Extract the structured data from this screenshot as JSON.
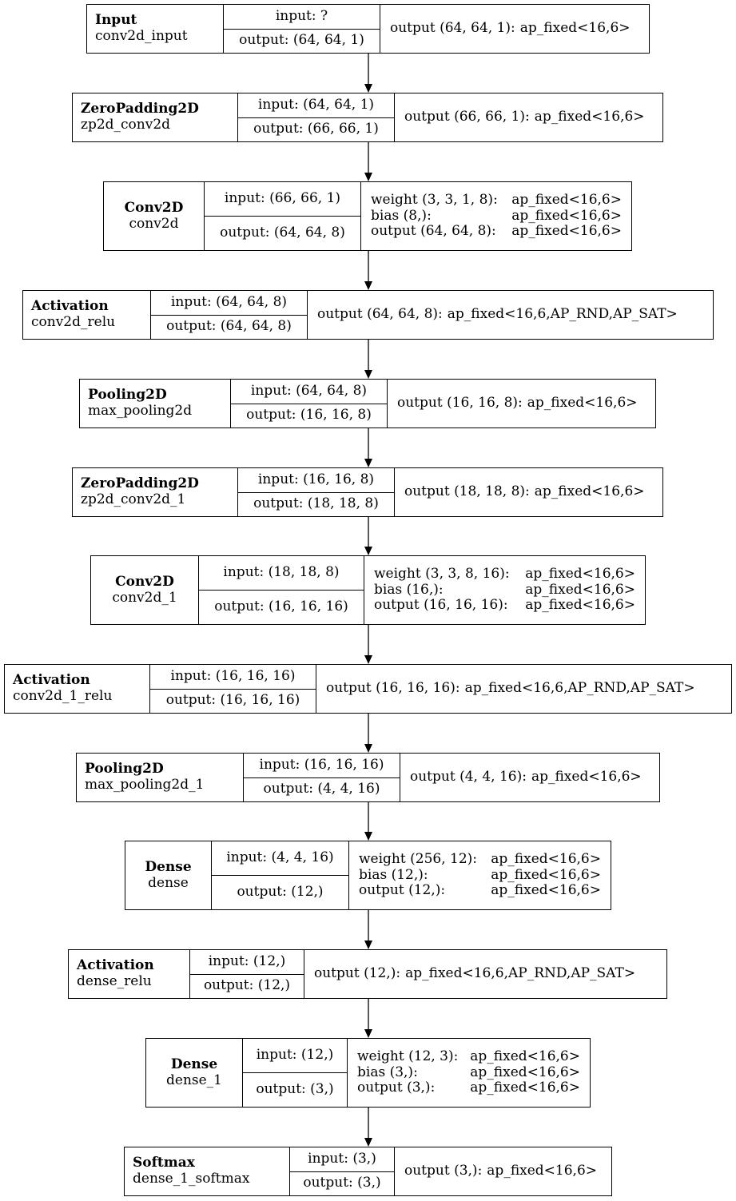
{
  "nodes": [
    {
      "type": "Input",
      "name": "conv2d_input",
      "input": "input: ?",
      "output": "output: (64, 64, 1)",
      "rows": [
        {
          "label": "output (64, 64, 1):",
          "value": "ap_fixed<16,6>"
        }
      ]
    },
    {
      "type": "ZeroPadding2D",
      "name": "zp2d_conv2d",
      "input": "input: (64, 64, 1)",
      "output": "output: (66, 66, 1)",
      "rows": [
        {
          "label": "output (66, 66, 1):",
          "value": "ap_fixed<16,6>"
        }
      ]
    },
    {
      "type": "Conv2D",
      "name": "conv2d",
      "input": "input: (66, 66, 1)",
      "output": "output: (64, 64, 8)",
      "rows": [
        {
          "label": "weight (3, 3, 1, 8):",
          "value": "ap_fixed<16,6>"
        },
        {
          "label": "bias (8,):",
          "value": "ap_fixed<16,6>"
        },
        {
          "label": "output (64, 64, 8):",
          "value": "ap_fixed<16,6>"
        }
      ]
    },
    {
      "type": "Activation",
      "name": "conv2d_relu",
      "input": "input: (64, 64, 8)",
      "output": "output: (64, 64, 8)",
      "rows": [
        {
          "label": "output (64, 64, 8):",
          "value": "ap_fixed<16,6,AP_RND,AP_SAT>"
        }
      ]
    },
    {
      "type": "Pooling2D",
      "name": "max_pooling2d",
      "input": "input: (64, 64, 8)",
      "output": "output: (16, 16, 8)",
      "rows": [
        {
          "label": "output (16, 16, 8):",
          "value": "ap_fixed<16,6>"
        }
      ]
    },
    {
      "type": "ZeroPadding2D",
      "name": "zp2d_conv2d_1",
      "input": "input: (16, 16, 8)",
      "output": "output: (18, 18, 8)",
      "rows": [
        {
          "label": "output (18, 18, 8):",
          "value": "ap_fixed<16,6>"
        }
      ]
    },
    {
      "type": "Conv2D",
      "name": "conv2d_1",
      "input": "input: (18, 18, 8)",
      "output": "output: (16, 16, 16)",
      "rows": [
        {
          "label": "weight (3, 3, 8, 16):",
          "value": "ap_fixed<16,6>"
        },
        {
          "label": "bias (16,):",
          "value": "ap_fixed<16,6>"
        },
        {
          "label": "output (16, 16, 16):",
          "value": "ap_fixed<16,6>"
        }
      ]
    },
    {
      "type": "Activation",
      "name": "conv2d_1_relu",
      "input": "input: (16, 16, 16)",
      "output": "output: (16, 16, 16)",
      "rows": [
        {
          "label": "output (16, 16, 16):",
          "value": "ap_fixed<16,6,AP_RND,AP_SAT>"
        }
      ]
    },
    {
      "type": "Pooling2D",
      "name": "max_pooling2d_1",
      "input": "input: (16, 16, 16)",
      "output": "output: (4, 4, 16)",
      "rows": [
        {
          "label": "output (4, 4, 16):",
          "value": "ap_fixed<16,6>"
        }
      ]
    },
    {
      "type": "Dense",
      "name": "dense",
      "input": "input: (4, 4, 16)",
      "output": "output: (12,)",
      "rows": [
        {
          "label": "weight (256, 12):",
          "value": "ap_fixed<16,6>"
        },
        {
          "label": "bias (12,):",
          "value": "ap_fixed<16,6>"
        },
        {
          "label": "output (12,):",
          "value": "ap_fixed<16,6>"
        }
      ]
    },
    {
      "type": "Activation",
      "name": "dense_relu",
      "input": "input: (12,)",
      "output": "output: (12,)",
      "rows": [
        {
          "label": "output (12,):",
          "value": "ap_fixed<16,6,AP_RND,AP_SAT>"
        }
      ]
    },
    {
      "type": "Dense",
      "name": "dense_1",
      "input": "input: (12,)",
      "output": "output: (3,)",
      "rows": [
        {
          "label": "weight (12, 3):",
          "value": "ap_fixed<16,6>"
        },
        {
          "label": "bias (3,):",
          "value": "ap_fixed<16,6>"
        },
        {
          "label": "output (3,):",
          "value": "ap_fixed<16,6>"
        }
      ]
    },
    {
      "type": "Softmax",
      "name": "dense_1_softmax",
      "input": "input: (3,)",
      "output": "output: (3,)",
      "rows": [
        {
          "label": "output (3,):",
          "value": "ap_fixed<16,6>"
        }
      ]
    }
  ]
}
